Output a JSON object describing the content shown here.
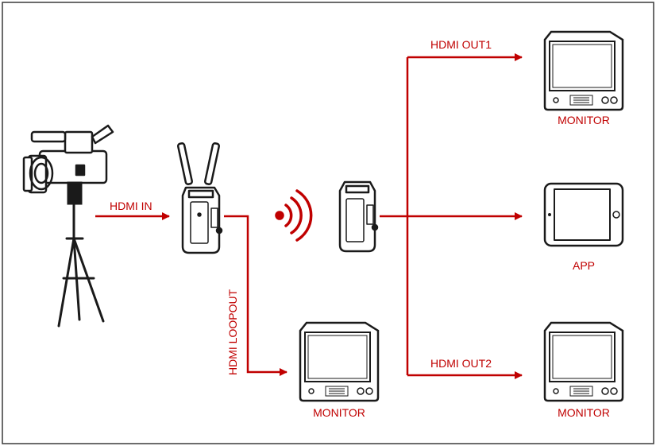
{
  "labels": {
    "hdmi_in": "HDMI IN",
    "hdmi_loopout": "HDMI LOOPOUT",
    "hdmi_out1": "HDMI OUT1",
    "hdmi_out2": "HDMI OUT2",
    "monitor_top": "MONITOR",
    "app": "APP",
    "monitor_bottom_right": "MONITOR",
    "monitor_bottom_center": "MONITOR"
  },
  "colors": {
    "connector": "#c00000",
    "device_outline": "#1a1a1a",
    "frame": "#3a3a3a"
  },
  "icons": [
    "camera-icon",
    "tripod-icon",
    "transmitter-icon",
    "receiver-icon",
    "wireless-signal-icon",
    "monitor-icon",
    "tablet-icon"
  ]
}
